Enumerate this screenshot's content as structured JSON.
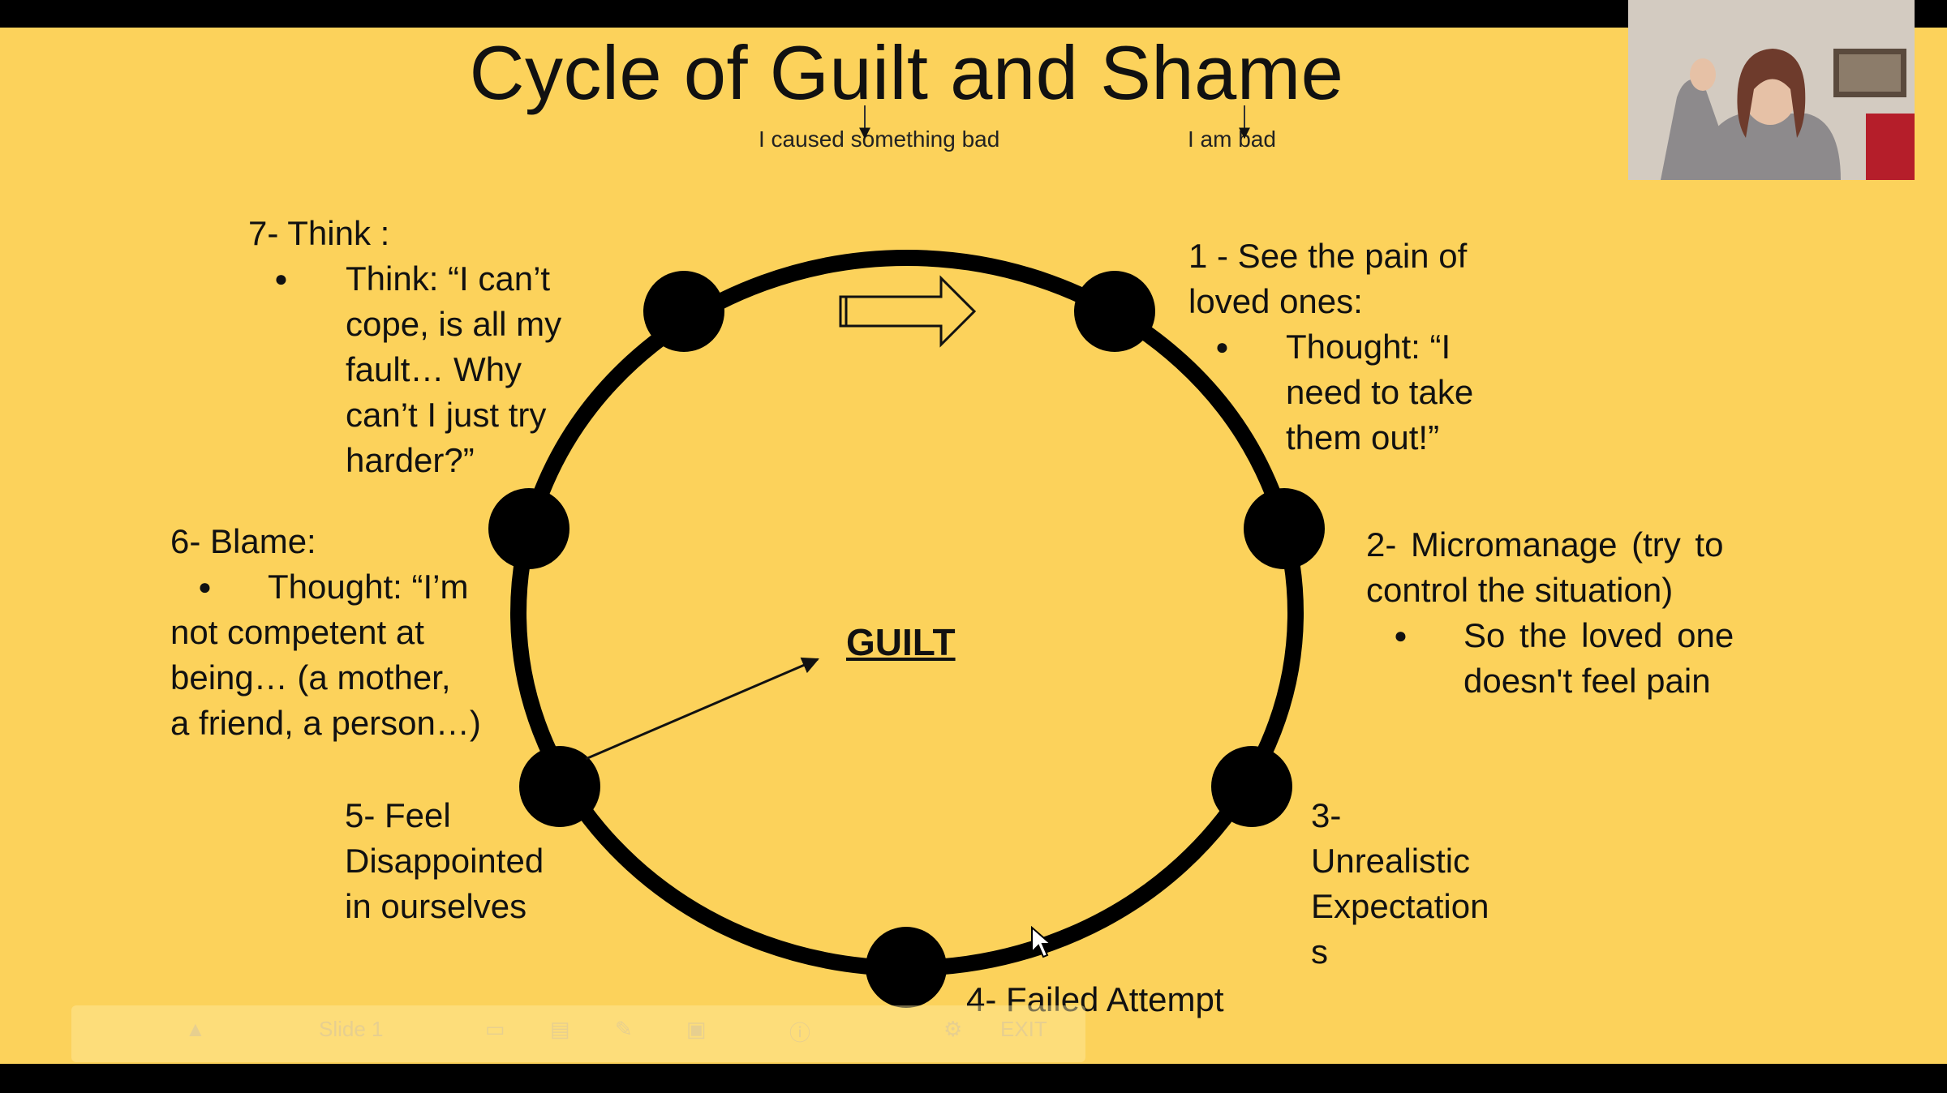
{
  "slide": {
    "title": "Cycle of Guilt and Shame",
    "subtitle_left": "I caused something bad",
    "subtitle_right": "I am bad",
    "center_label": "GUILT",
    "steps": {
      "s1": {
        "heading_1": "1 - See the pain of",
        "heading_2": "loved ones:",
        "bullet_1": "Thought: “I",
        "bullet_2": "need to take",
        "bullet_3": "them out!”"
      },
      "s2": {
        "heading_1": "2- Micromanage (try to",
        "heading_2": "control the situation)",
        "bullet_1": "So the loved one",
        "bullet_2": "doesn't feel pain"
      },
      "s3": {
        "line_1": "3-",
        "line_2": "Unrealistic",
        "line_3": "Expectation",
        "line_4": "s"
      },
      "s4": {
        "line_1": "4- Failed Attempt"
      },
      "s5": {
        "line_1": "5- Feel",
        "line_2": "Disappointed",
        "line_3": "in ourselves"
      },
      "s6": {
        "heading": "6- Blame:",
        "bullet_1": "Thought: “I’m",
        "line_2": "not competent at",
        "line_3": "being… (a mother,",
        "line_4": "a friend, a person…)"
      },
      "s7": {
        "heading": "7- Think :",
        "bullet_1": "Think: “I can’t",
        "bullet_2": "cope, is all my",
        "bullet_3": "fault… Why",
        "bullet_4": "can’t I just try",
        "bullet_5": "harder?”"
      }
    },
    "bullet_glyph": "●"
  },
  "toolbar": {
    "slide_label": "Slide 1",
    "exit_label": "EXIT"
  },
  "colors": {
    "slide_bg": "#fcd25b",
    "ink": "#000000"
  }
}
